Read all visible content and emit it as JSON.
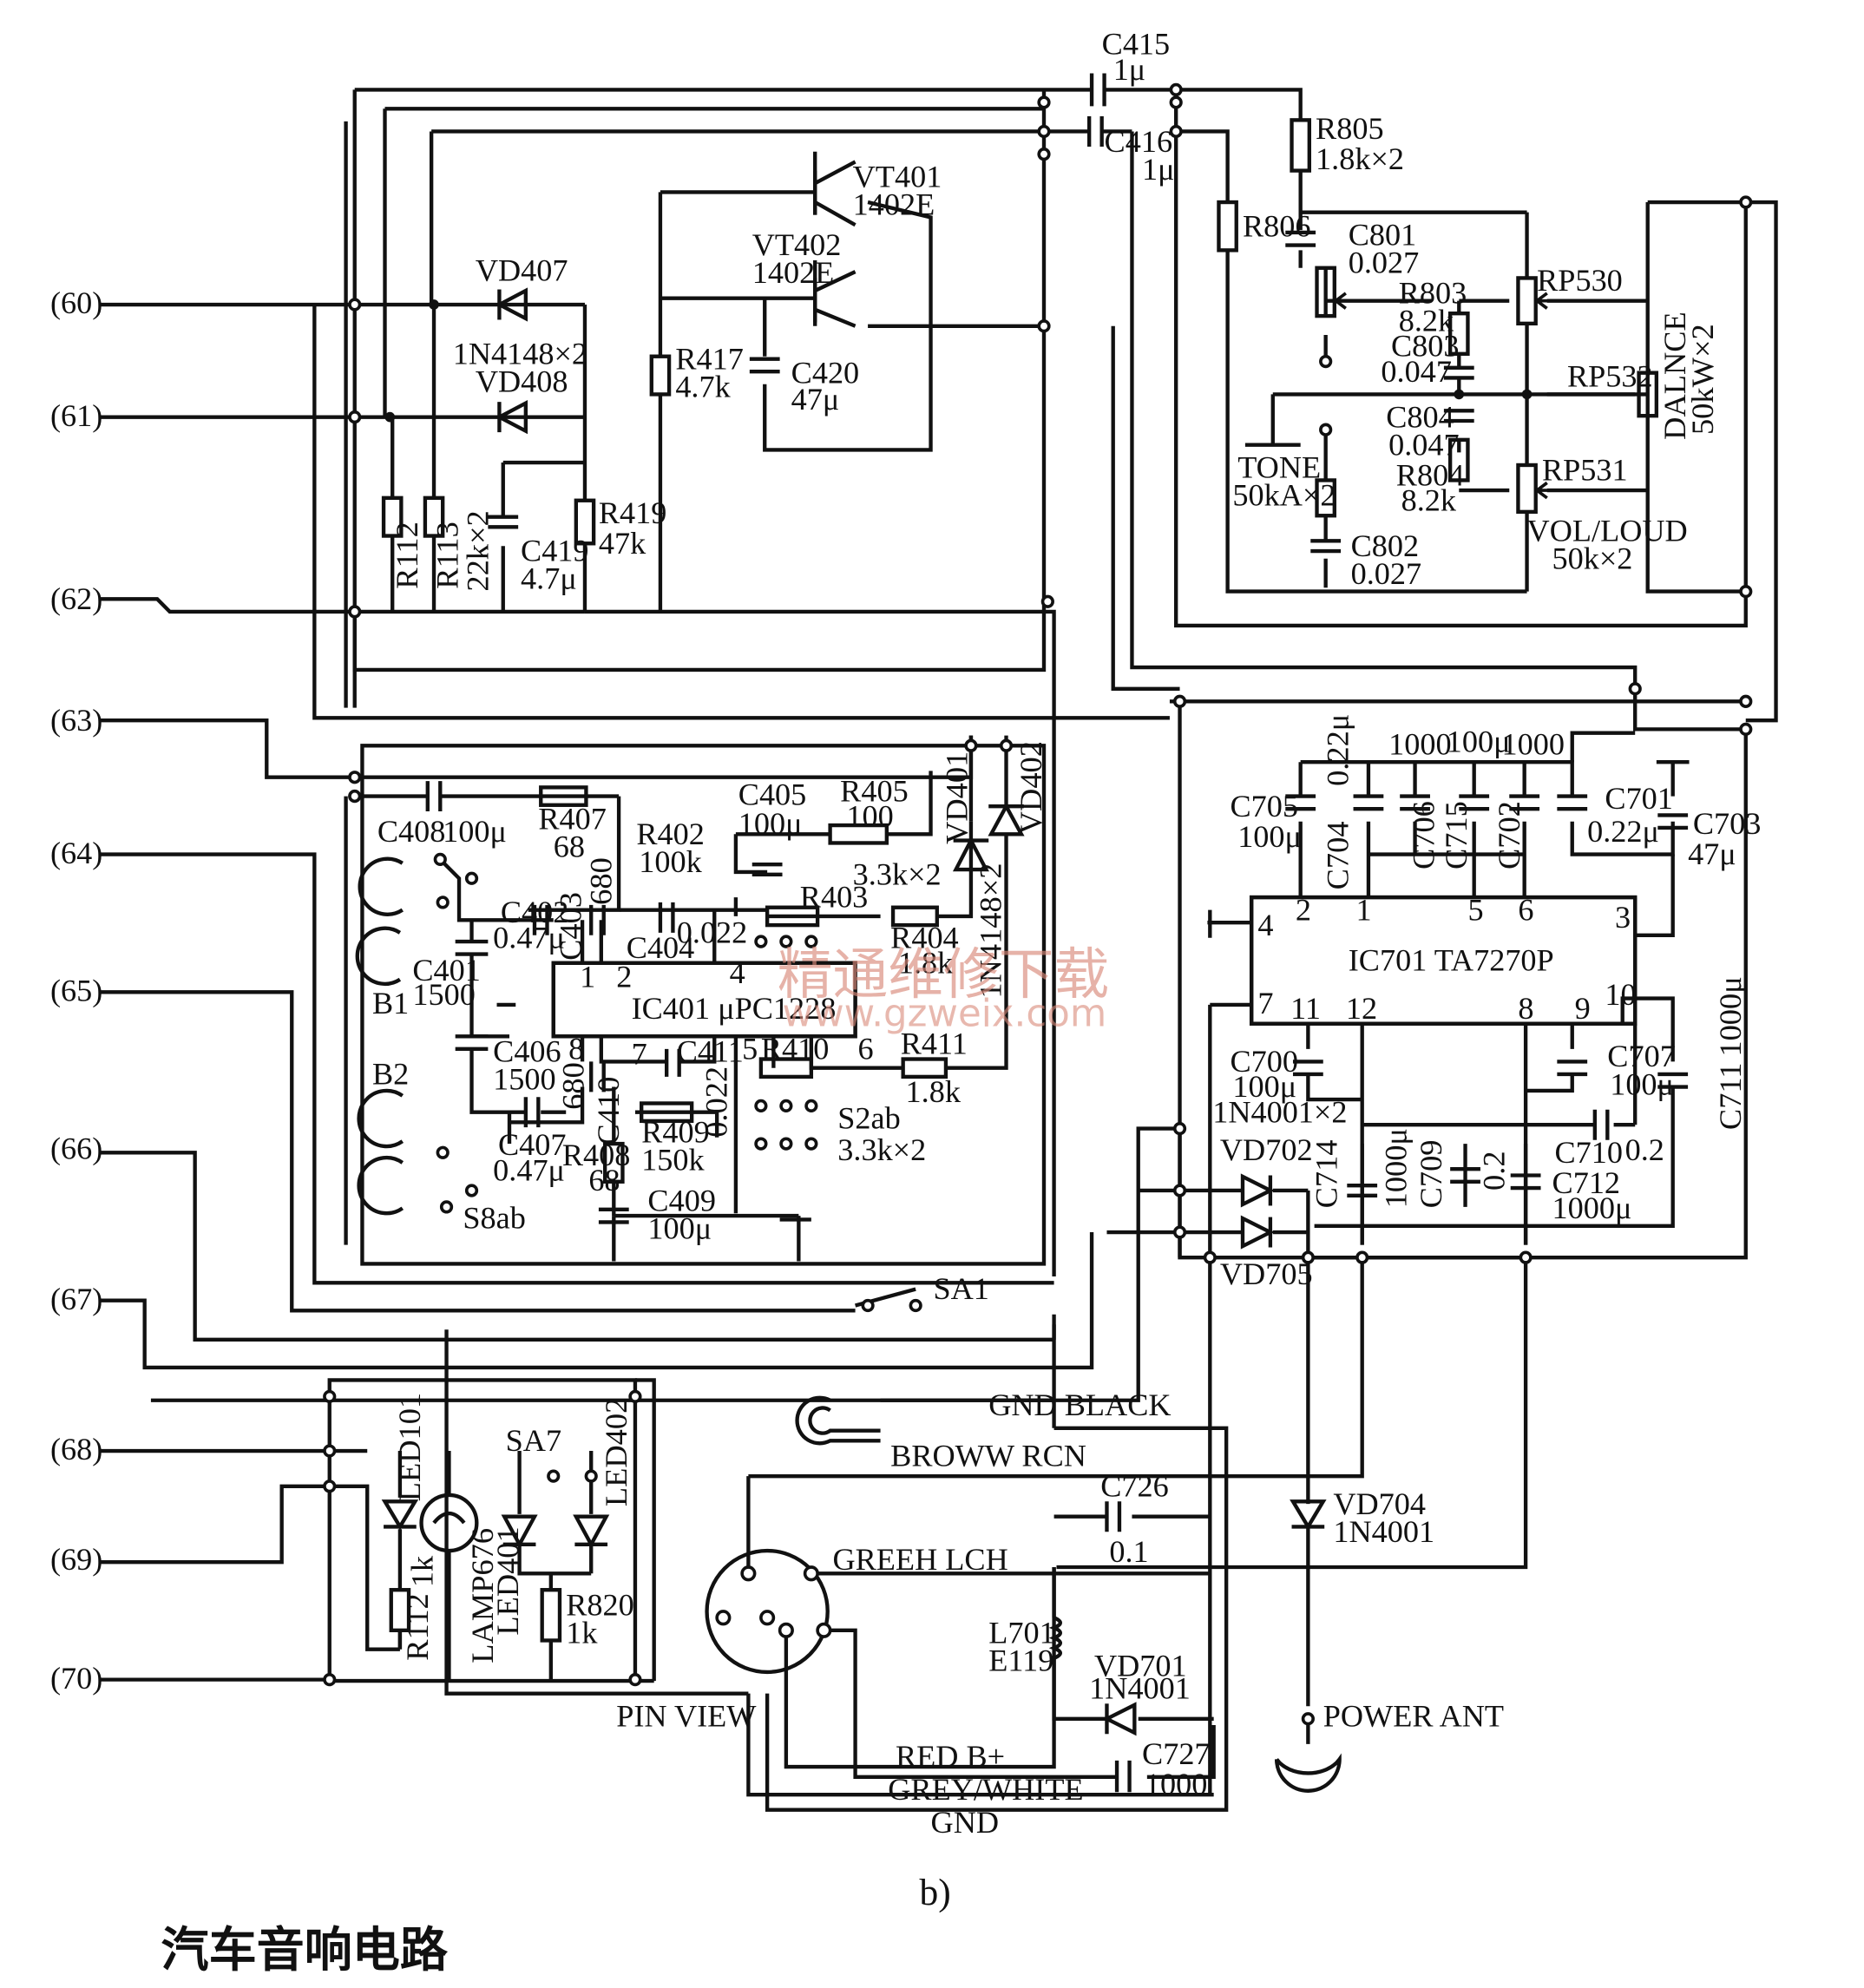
{
  "ports": [
    "(60)",
    "(61)",
    "(62)",
    "(63)",
    "(64)",
    "(65)",
    "(66)",
    "(67)",
    "(68)",
    "(69)",
    "(70)"
  ],
  "components": {
    "c415": {
      "ref": "C415",
      "val": "1μ"
    },
    "c416": {
      "ref": "C416",
      "val": "1μ"
    },
    "vt401": {
      "ref": "VT401",
      "val": "1402E"
    },
    "vt402": {
      "ref": "VT402",
      "val": "1402E"
    },
    "vd407": {
      "ref": "VD407"
    },
    "vd408": {
      "ref": "VD408"
    },
    "vd407_408_val": "1N4148×2",
    "r417": {
      "ref": "R417",
      "val": "4.7k"
    },
    "c420": {
      "ref": "C420",
      "val": "47μ"
    },
    "r419": {
      "ref": "R419",
      "val": "47k"
    },
    "c419": {
      "ref": "C419",
      "val": "4.7μ"
    },
    "r112_113": {
      "r112": "R112",
      "r113": "R113",
      "val": "22k×2"
    },
    "r805": {
      "ref": "R805",
      "val": "1.8k×2"
    },
    "r806": {
      "ref": "R806"
    },
    "c801": {
      "ref": "C801",
      "val": "0.027"
    },
    "r803": {
      "ref": "R803",
      "val": "8.2k"
    },
    "c803": {
      "ref": "C803",
      "val": "0.047"
    },
    "c804": {
      "ref": "C804",
      "val": "0.047"
    },
    "r804": {
      "ref": "R804",
      "val": "8.2k"
    },
    "c802": {
      "ref": "C802",
      "val": "0.027"
    },
    "tone": {
      "ref": "TONE",
      "val": "50kA×2"
    },
    "rp530": {
      "ref": "RP530"
    },
    "rp531": {
      "ref": "RP531"
    },
    "rp532": {
      "ref": "RP532"
    },
    "dalnce": {
      "ref": "DALNCE",
      "val": "50kW×2"
    },
    "volloud": {
      "ref": "VOL/LOUD",
      "val": "50k×2"
    },
    "c408": {
      "ref": "C408",
      "val": "100μ"
    },
    "r407": {
      "ref": "R407",
      "val": "68"
    },
    "r402": {
      "ref": "R402",
      "val": "100k"
    },
    "c405": {
      "ref": "C405",
      "val": "100μ"
    },
    "r405": {
      "ref": "R405",
      "val": "100"
    },
    "r403": {
      "ref": "R403",
      "val": "3.3k×2"
    },
    "r404": {
      "ref": "R404",
      "val": "1.8k"
    },
    "c402": {
      "ref": "C402",
      "val": "0.47μ"
    },
    "c403": {
      "ref": "C403",
      "val": "680"
    },
    "c404": {
      "ref": "C404",
      "val": "0.022"
    },
    "c401": {
      "ref": "C401",
      "val": "1500"
    },
    "c406": {
      "ref": "C406",
      "val": "1500"
    },
    "c407": {
      "ref": "C407",
      "val": "0.47μ"
    },
    "c410": {
      "ref": "C410",
      "val": "680"
    },
    "c411": {
      "ref": "C411",
      "val": "0.022"
    },
    "r410": {
      "ref": "R410"
    },
    "r411": {
      "ref": "R411",
      "val": "1.8k"
    },
    "r408": {
      "ref": "R408",
      "val": "68"
    },
    "r409": {
      "ref": "R409",
      "val": "150k"
    },
    "c409": {
      "ref": "C409",
      "val": "100μ"
    },
    "s2ab": {
      "ref": "S2ab",
      "val": "3.3k×2"
    },
    "s8ab": {
      "ref": "S8ab"
    },
    "b1": "B1",
    "b2": "B2",
    "ic401": {
      "ref": "IC401 μPC1228",
      "pins": [
        "1",
        "2",
        "4",
        "8",
        "7",
        "5",
        "6"
      ]
    },
    "vd401": {
      "ref": "VD401"
    },
    "vd402": {
      "ref": "VD402"
    },
    "vd401_402_val": "1N4148×2",
    "ic701": {
      "ref": "IC701 TA7270P",
      "pins": [
        "4",
        "2",
        "1",
        "5",
        "6",
        "3",
        "7",
        "11",
        "12",
        "8",
        "9",
        "10"
      ]
    },
    "c705": {
      "ref": "C705",
      "val": "100μ"
    },
    "c704": {
      "ref": "C704",
      "val": "0.22μ"
    },
    "c706": {
      "ref": "C706",
      "val": "1000"
    },
    "c715": {
      "ref": "C715",
      "val": "100μ"
    },
    "c702": {
      "ref": "C702",
      "val": "1000"
    },
    "c701": {
      "ref": "C701",
      "val": "0.22μ"
    },
    "c703": {
      "ref": "C703",
      "val": "47μ"
    },
    "c700": {
      "ref": "C700",
      "val": "100μ"
    },
    "c707": {
      "ref": "C707",
      "val": "100μ"
    },
    "c711": {
      "ref": "C711",
      "val": "1000μ"
    },
    "c714": {
      "ref": "C714",
      "val": "1000μ"
    },
    "c709": {
      "ref": "C709",
      "val": "0.2"
    },
    "c710": {
      "ref": "C710",
      "val": "0.2"
    },
    "c712": {
      "ref": "C712",
      "val": "1000μ"
    },
    "vd702": {
      "ref": "VD702"
    },
    "vd705": {
      "ref": "VD705"
    },
    "vd702_705_val": "1N4001×2",
    "sa1": {
      "ref": "SA1"
    },
    "sa7": {
      "ref": "SA7"
    },
    "led101": {
      "ref": "LED101"
    },
    "led401": {
      "ref": "LED401"
    },
    "led402": {
      "ref": "LED402"
    },
    "lamp676": {
      "ref": "LAMP676"
    },
    "r112b": {
      "ref": "R112",
      "val": "1k"
    },
    "r820": {
      "ref": "R820",
      "val": "1k"
    },
    "c726": {
      "ref": "C726",
      "val": "0.1"
    },
    "l701": {
      "ref": "L701",
      "val": "E119"
    },
    "vd701": {
      "ref": "VD701",
      "val": "1N4001"
    },
    "vd704": {
      "ref": "VD704",
      "val": "1N4001"
    },
    "c727": {
      "ref": "C727",
      "val": "1000"
    }
  },
  "connector": {
    "gnd_black": "GND  BLACK",
    "browwrcn": "BROWW RCN",
    "greehlch": "GREEH LCH",
    "redb": "RED B+",
    "greywhite": "GREY/WHITE",
    "gnd": "GND",
    "pinview": "PIN VIEW",
    "powerant": "POWER ANT"
  },
  "watermark": {
    "cn": "精通维修下载",
    "url": "www.gzweix.com"
  },
  "subfig_label": "b)",
  "caption": "汽车音响电路",
  "colors": {
    "ink": "#111111",
    "watermark": "#d98a7a",
    "paper": "#ffffff"
  }
}
